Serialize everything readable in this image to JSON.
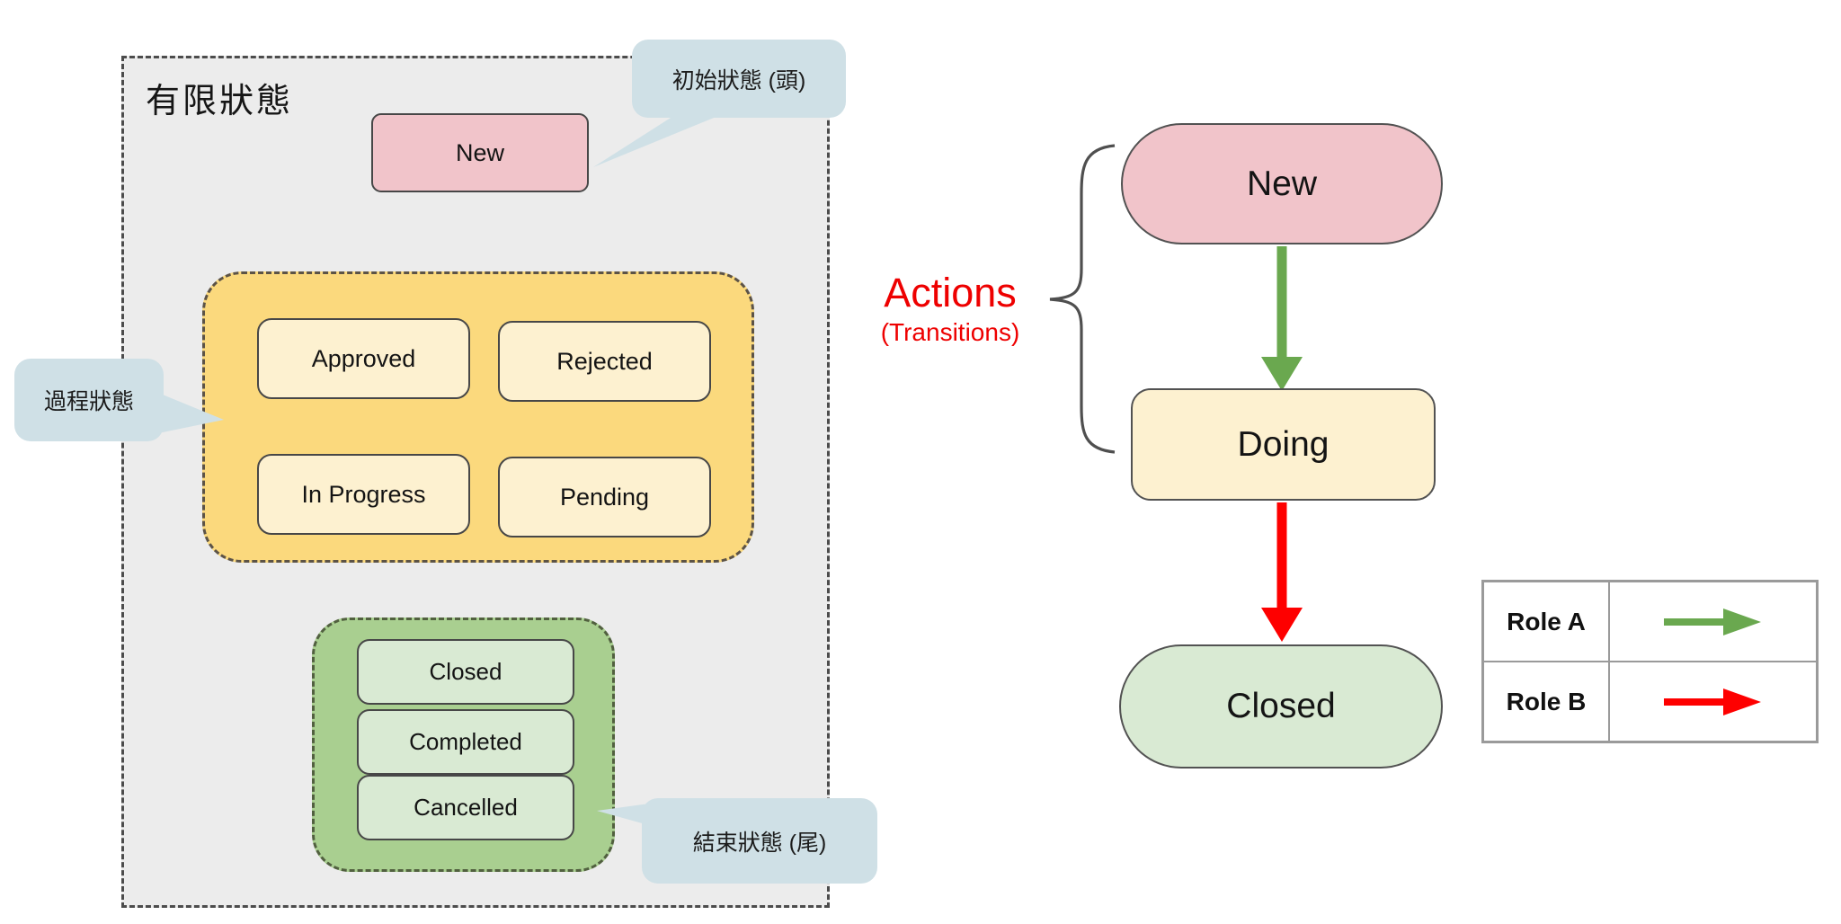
{
  "diagram": {
    "panel_title": "有限狀態",
    "initial_state": "New",
    "process_states": [
      "Approved",
      "Rejected",
      "In Progress",
      "Pending"
    ],
    "final_states": [
      "Closed",
      "Completed",
      "Cancelled"
    ],
    "callouts": {
      "initial": "初始狀態 (頭)",
      "process": "過程狀態",
      "final": "結束狀態 (尾)"
    }
  },
  "flow": {
    "nodes": [
      "New",
      "Doing",
      "Closed"
    ],
    "annotation_title": "Actions",
    "annotation_subtitle": "(Transitions)"
  },
  "legend": {
    "rows": [
      {
        "label": "Role A",
        "arrow": "green-arrow"
      },
      {
        "label": "Role B",
        "arrow": "red-arrow"
      }
    ]
  },
  "colors": {
    "panel_bg": "#ececec",
    "panel_border": "#4c4c4c",
    "initial_fill": "#f1c4ca",
    "node_border": "#474747",
    "process_group_fill": "#fbd97d",
    "process_group_border": "#5c5346",
    "process_item_fill": "#fdf1d0",
    "final_group_fill": "#a9cf90",
    "final_group_border": "#51603f",
    "final_item_fill": "#d9ead3",
    "callout_fill": "#cfe0e6",
    "role_a_arrow": "#6aa84f",
    "role_b_arrow": "#fe0000",
    "annotation_text": "#ee0000",
    "legend_border": "#9a9a9a"
  }
}
